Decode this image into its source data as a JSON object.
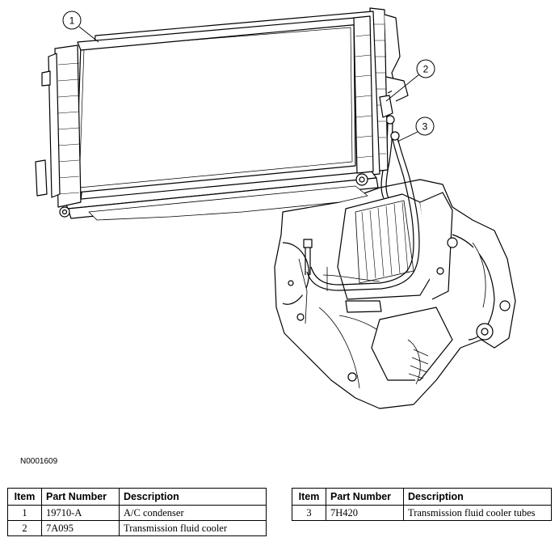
{
  "callouts": [
    "1",
    "2",
    "3"
  ],
  "figure_id": "N0001609",
  "table_headers": {
    "item": "Item",
    "part_number": "Part Number",
    "description": "Description"
  },
  "parts_left": [
    {
      "item": "1",
      "part_number": "19710-A",
      "description": "A/C condenser"
    },
    {
      "item": "2",
      "part_number": "7A095",
      "description": "Transmission fluid cooler"
    }
  ],
  "parts_right": [
    {
      "item": "3",
      "part_number": "7H420",
      "description": "Transmission fluid cooler tubes"
    }
  ]
}
